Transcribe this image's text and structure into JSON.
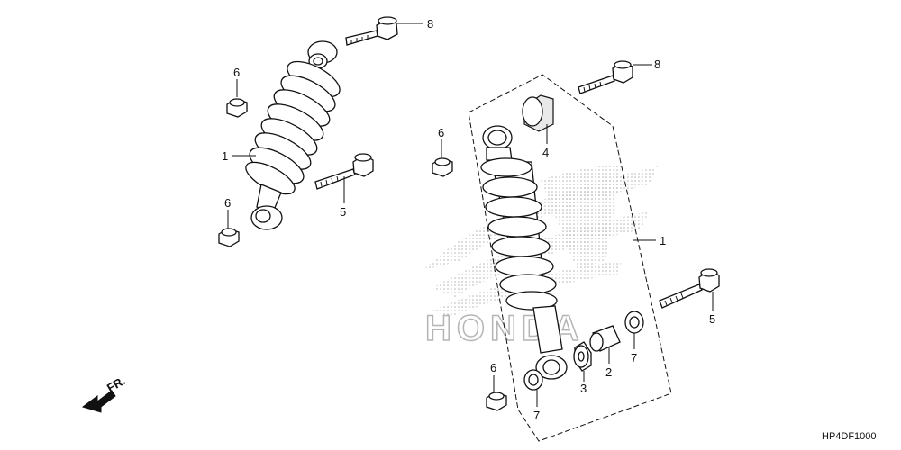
{
  "callouts": {
    "c8_top": "8",
    "c6_left_top": "6",
    "c1_left": "1",
    "c5_left": "5",
    "c6_left_bottom": "6",
    "c8_right": "8",
    "c6_mid": "6",
    "c4": "4",
    "c1_right": "1",
    "c5_right": "5",
    "c2": "2",
    "c7_right": "7",
    "c3": "3",
    "c6_bottom": "6",
    "c7_bottom": "7"
  },
  "direction_label": "FR.",
  "diagram_code": "HP4DF1000",
  "watermark_text": "HONDA",
  "colors": {
    "line": "#111111",
    "watermark": "#b5b5b5",
    "background": "#ffffff"
  }
}
